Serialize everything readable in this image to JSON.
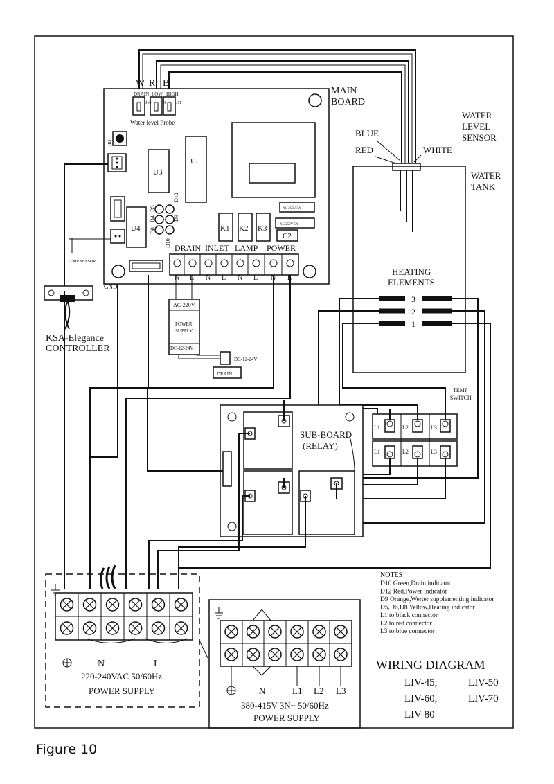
{
  "figure_caption": "Figure 10",
  "probe": {
    "w": "W",
    "r": "R",
    "b": "B",
    "drain": "DRAIN",
    "low": "LOW",
    "high": "HIGH",
    "caption": "Water level Probe",
    "pin1": "J10",
    "pin2": "J8",
    "pin3": "J11"
  },
  "main_board": {
    "line1": "MAIN",
    "line2": "BOARD"
  },
  "components": {
    "u3": "U3",
    "u5": "U5",
    "u4": "U4",
    "k1": "K1",
    "k2": "K2",
    "k3": "K3",
    "c2": "C2",
    "d12": "D12",
    "d5": "D5",
    "d4": "D4",
    "d9": "D9",
    "d8": "D8",
    "d10": "D10",
    "j1": "JH1",
    "rating1": "AC 250V 5A",
    "rating2": "AC 250V 5A"
  },
  "terminal_groups": {
    "drain": "DRAIN",
    "inlet": "INLET",
    "lamp": "LAMP",
    "power": "POWER",
    "n": "N",
    "l": "L"
  },
  "gnd": "GND",
  "temp_sensor": "TEMP SENSOR",
  "controller": {
    "line1": "KSA-Elegance",
    "line2": "CONTROLLER"
  },
  "power_supply_module": {
    "top": "AC-220V",
    "mid1": "POWER",
    "mid2": "SUPPLY",
    "bottom": "DC-12-24V",
    "dc_label": "DC-12-24V",
    "drain": "DRAIN"
  },
  "sensor": {
    "line1": "WATER",
    "line2": "LEVEL",
    "line3": "SENSOR",
    "blue": "BLUE",
    "red": "RED",
    "white": "WHITE"
  },
  "tank": {
    "line1": "WATER",
    "line2": "TANK"
  },
  "heating": {
    "line1": "HEATING",
    "line2": "ELEMENTS",
    "e3": "3",
    "e2": "2",
    "e1": "1"
  },
  "temp_switch": {
    "line1": "TEMP",
    "line2": "SWITCH",
    "l1": "L1",
    "l2": "L2",
    "l3": "L3"
  },
  "sub_board": {
    "line1": "SUB-BOARD",
    "line2": "(RELAY)"
  },
  "supply_1ph": {
    "n": "N",
    "l": "L",
    "line1": "220-240VAC 50/60Hz",
    "line2": "POWER SUPPLY"
  },
  "supply_3ph": {
    "n": "N",
    "l1": "L1",
    "l2": "L2",
    "l3": "L3",
    "line1": "380-415V 3N~ 50/60Hz",
    "line2": "POWER SUPPLY"
  },
  "notes": {
    "title": "NOTES",
    "items": [
      "D10 Green,Drain indicatot",
      "D12 Red,Power indicator",
      "D9 Orange,Werter supplementing indicator",
      "D5,D6,D8 Yellow,Heating indicator",
      "L1 to black connector",
      "L2 to  red connector",
      "L3 to blue connector"
    ]
  },
  "wiring": {
    "title": "WIRING  DIAGRAM",
    "models": [
      "LIV-45,",
      "LIV-50",
      "LIV-60,",
      "LIV-70",
      "LIV-80"
    ]
  }
}
